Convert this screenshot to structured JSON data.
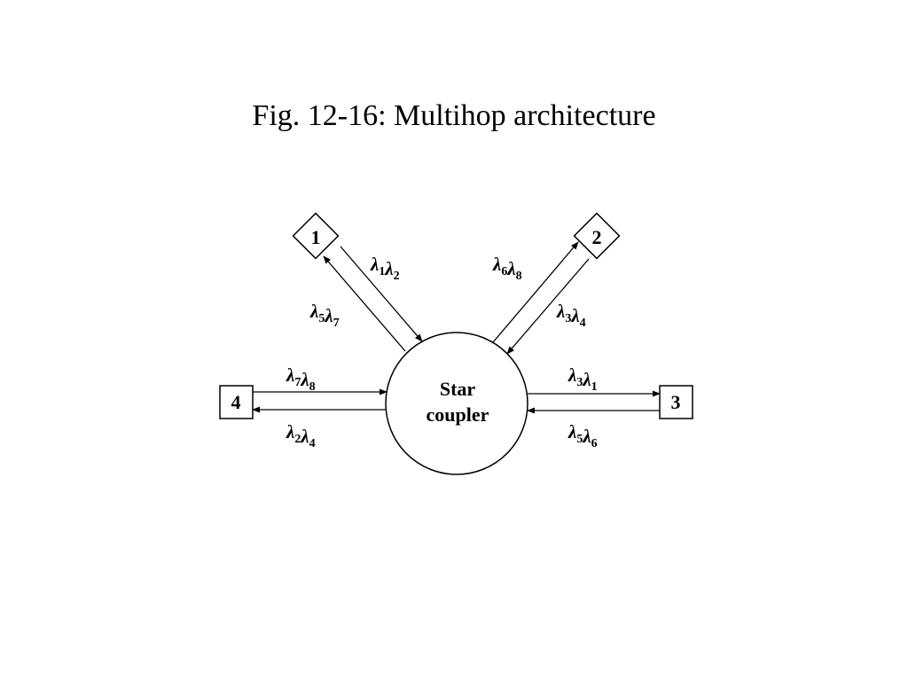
{
  "title": "Fig. 12-16: Multihop architecture",
  "hub": {
    "line1": "Star",
    "line2": "coupler"
  },
  "nodes": [
    {
      "id": "1",
      "label": "1"
    },
    {
      "id": "2",
      "label": "2"
    },
    {
      "id": "3",
      "label": "3"
    },
    {
      "id": "4",
      "label": "4"
    }
  ],
  "links": {
    "node1_to_hub": {
      "label": "λ1λ2",
      "wavelengths": [
        1,
        2
      ]
    },
    "hub_to_node1": {
      "label": "λ5λ7",
      "wavelengths": [
        5,
        7
      ]
    },
    "hub_to_node2": {
      "label": "λ6λ8",
      "wavelengths": [
        6,
        8
      ]
    },
    "node2_to_hub": {
      "label": "λ3λ4",
      "wavelengths": [
        3,
        4
      ]
    },
    "hub_to_node3": {
      "label": "λ3λ1",
      "wavelengths": [
        3,
        1
      ]
    },
    "node3_to_hub": {
      "label": "λ5λ6",
      "wavelengths": [
        5,
        6
      ]
    },
    "node4_to_hub": {
      "label": "λ7λ8",
      "wavelengths": [
        7,
        8
      ]
    },
    "hub_to_node4": {
      "label": "λ2λ4",
      "wavelengths": [
        2,
        4
      ]
    }
  }
}
